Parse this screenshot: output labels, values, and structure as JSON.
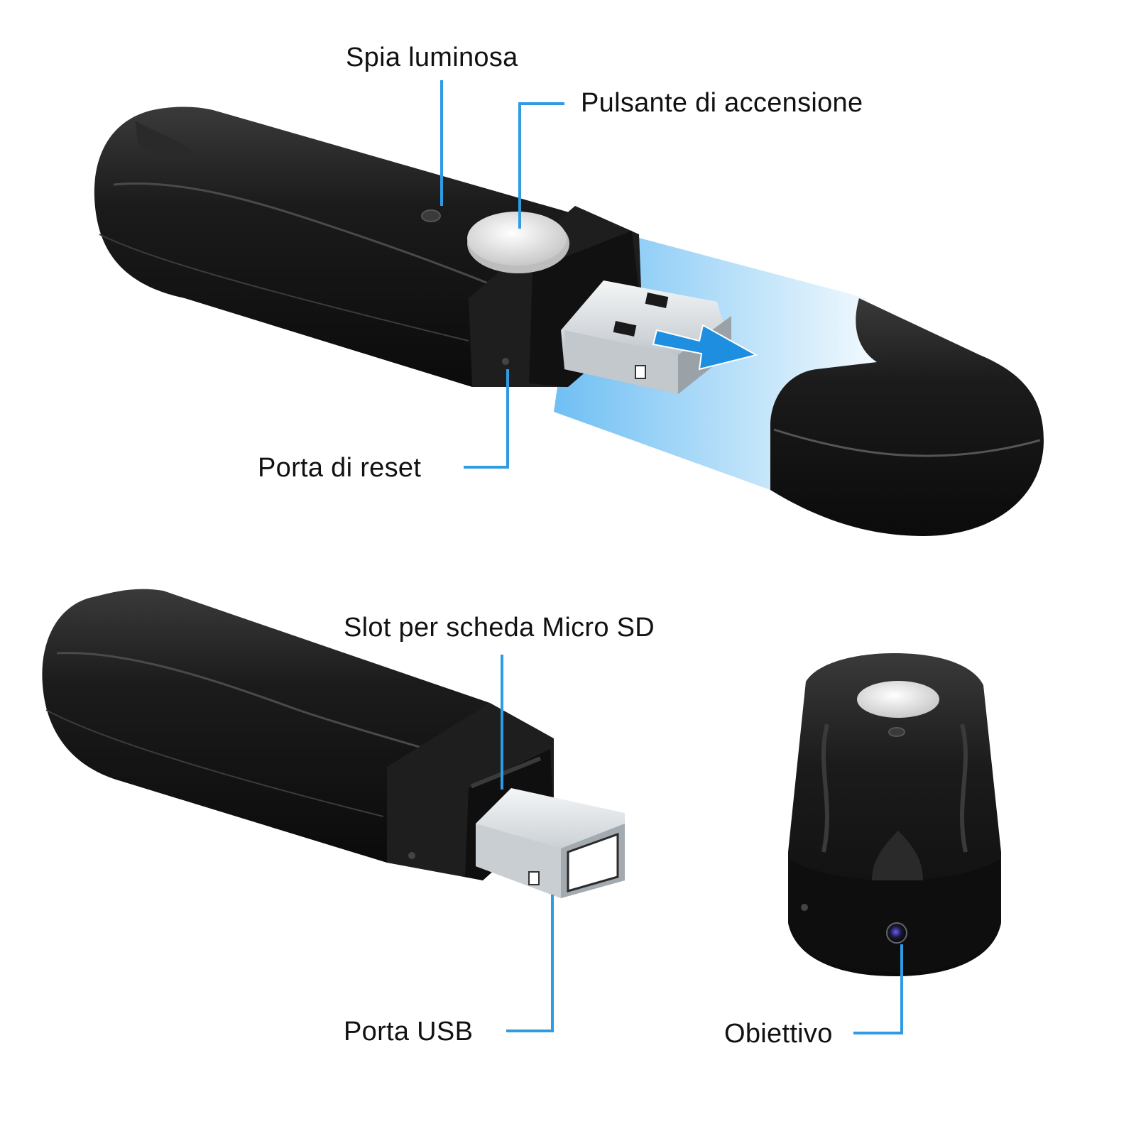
{
  "colors": {
    "callout_line": "#2f9be3",
    "body": "#151515",
    "button": "#e6e6e6",
    "metal": "#d9dde0",
    "glow": "#6ec3f5",
    "arrow": "#1d8ee0"
  },
  "labels": {
    "indicator_light": "Spia luminosa",
    "power_button": "Pulsante di accensione",
    "reset_port": "Porta di reset",
    "micro_sd_slot": "Slot per scheda Micro SD",
    "usb_port": "Porta USB",
    "lens": "Obiettivo"
  }
}
